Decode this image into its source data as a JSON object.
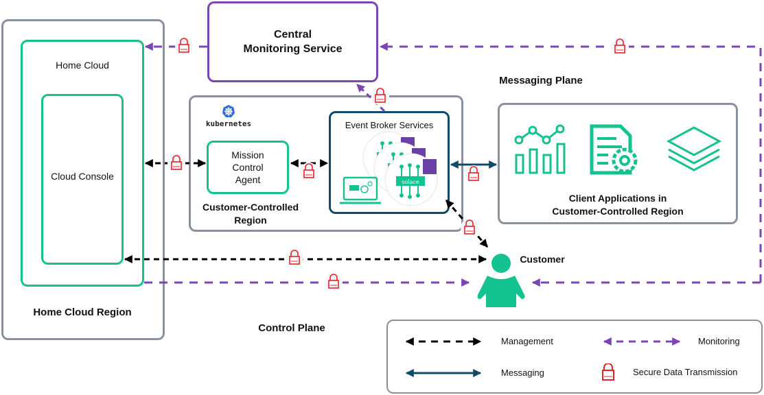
{
  "nodes": {
    "home_cloud_region": "Home Cloud Region",
    "home_cloud": "Home Cloud",
    "cloud_console": "Cloud Console",
    "central_monitoring": "Central\nMonitoring Service",
    "central_monitoring_l1": "Central",
    "central_monitoring_l2": "Monitoring Service",
    "kubernetes": "kubernetes",
    "mission_control_l1": "Mission",
    "mission_control_l2": "Control",
    "mission_control_l3": "Agent",
    "customer_region_l1": "Customer-Controlled",
    "customer_region_l2": "Region",
    "event_broker": "Event Broker Services",
    "solace": "solace",
    "client_apps_l1": "Client Applications in",
    "client_apps_l2": "Customer-Controlled Region",
    "customer": "Customer"
  },
  "planes": {
    "messaging": "Messaging Plane",
    "control": "Control Plane"
  },
  "legend": {
    "management": "Management",
    "monitoring": "Monitoring",
    "messaging": "Messaging",
    "secure": "Secure Data Transmission"
  },
  "colors": {
    "green": "#14c28f",
    "purple": "#7b46b3",
    "navy": "#0f4a66",
    "gray": "#8a909e",
    "lock": "#e8202a",
    "kubernetes": "#326ce5"
  }
}
